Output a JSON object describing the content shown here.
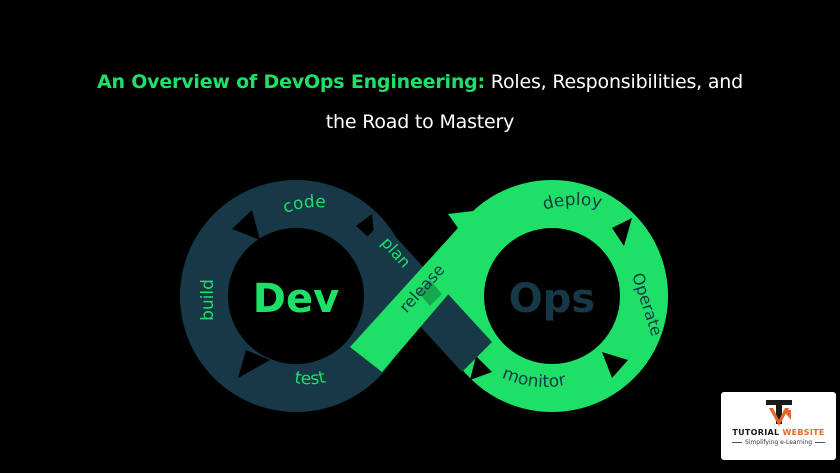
{
  "header": {
    "title_accent": "An Overview of DevOps Engineering:",
    "title_rest": " Roles, Responsibilities, and",
    "title_line2": "the Road to Mastery"
  },
  "diagram": {
    "dev_label": "Dev",
    "ops_label": "Ops",
    "stages": {
      "code": "code",
      "build": "build",
      "test": "test",
      "plan": "plan",
      "release": "release",
      "deploy": "deploy",
      "operate": "Operate",
      "monitor": "monitor"
    },
    "colors": {
      "dev_loop": "#163847",
      "ops_loop": "#1fe067",
      "dev_text": "#1fe067",
      "ops_text": "#163847",
      "background": "#000000"
    }
  },
  "logo": {
    "name_part1": "TUTORIAL",
    "name_part2": " WEBSITE",
    "tagline": "Simplifying e-Learning",
    "colors": {
      "orange": "#e8642a",
      "dark": "#1a1a1a"
    }
  }
}
